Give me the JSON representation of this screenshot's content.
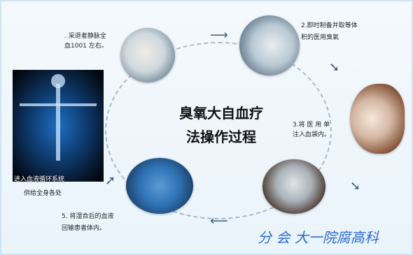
{
  "title": {
    "line1": "臭氧大自血疗",
    "line2": "法操作过程"
  },
  "steps": [
    {
      "line1": ". 采退者静脉全",
      "line2": "血1001 左右。"
    },
    {
      "line1": "2.即时制备并取等体",
      "line2": "积的医用臭氧"
    },
    {
      "line1": "3.将 医 用 单",
      "line2": "注入血袋内。"
    },
    {
      "line1": "5. 将湿合后的血液",
      "line2": "回输患者体内。"
    },
    {
      "line1": "进入血液循环系统",
      "line2": "供给全身各处"
    }
  ],
  "brand": "分 会  大一院腐高科",
  "icons": {
    "arrow_top": "arrow-right-icon",
    "arrow_upper_right": "arrow-down-right-icon",
    "arrow_lower_right": "arrow-down-left-icon",
    "arrow_bottom": "arrow-left-icon",
    "arrow_lower_left": "arrow-up-left-icon"
  },
  "colors": {
    "ring": "#6b8aa8",
    "brand": "#2a6bd2",
    "title": "#111111"
  }
}
